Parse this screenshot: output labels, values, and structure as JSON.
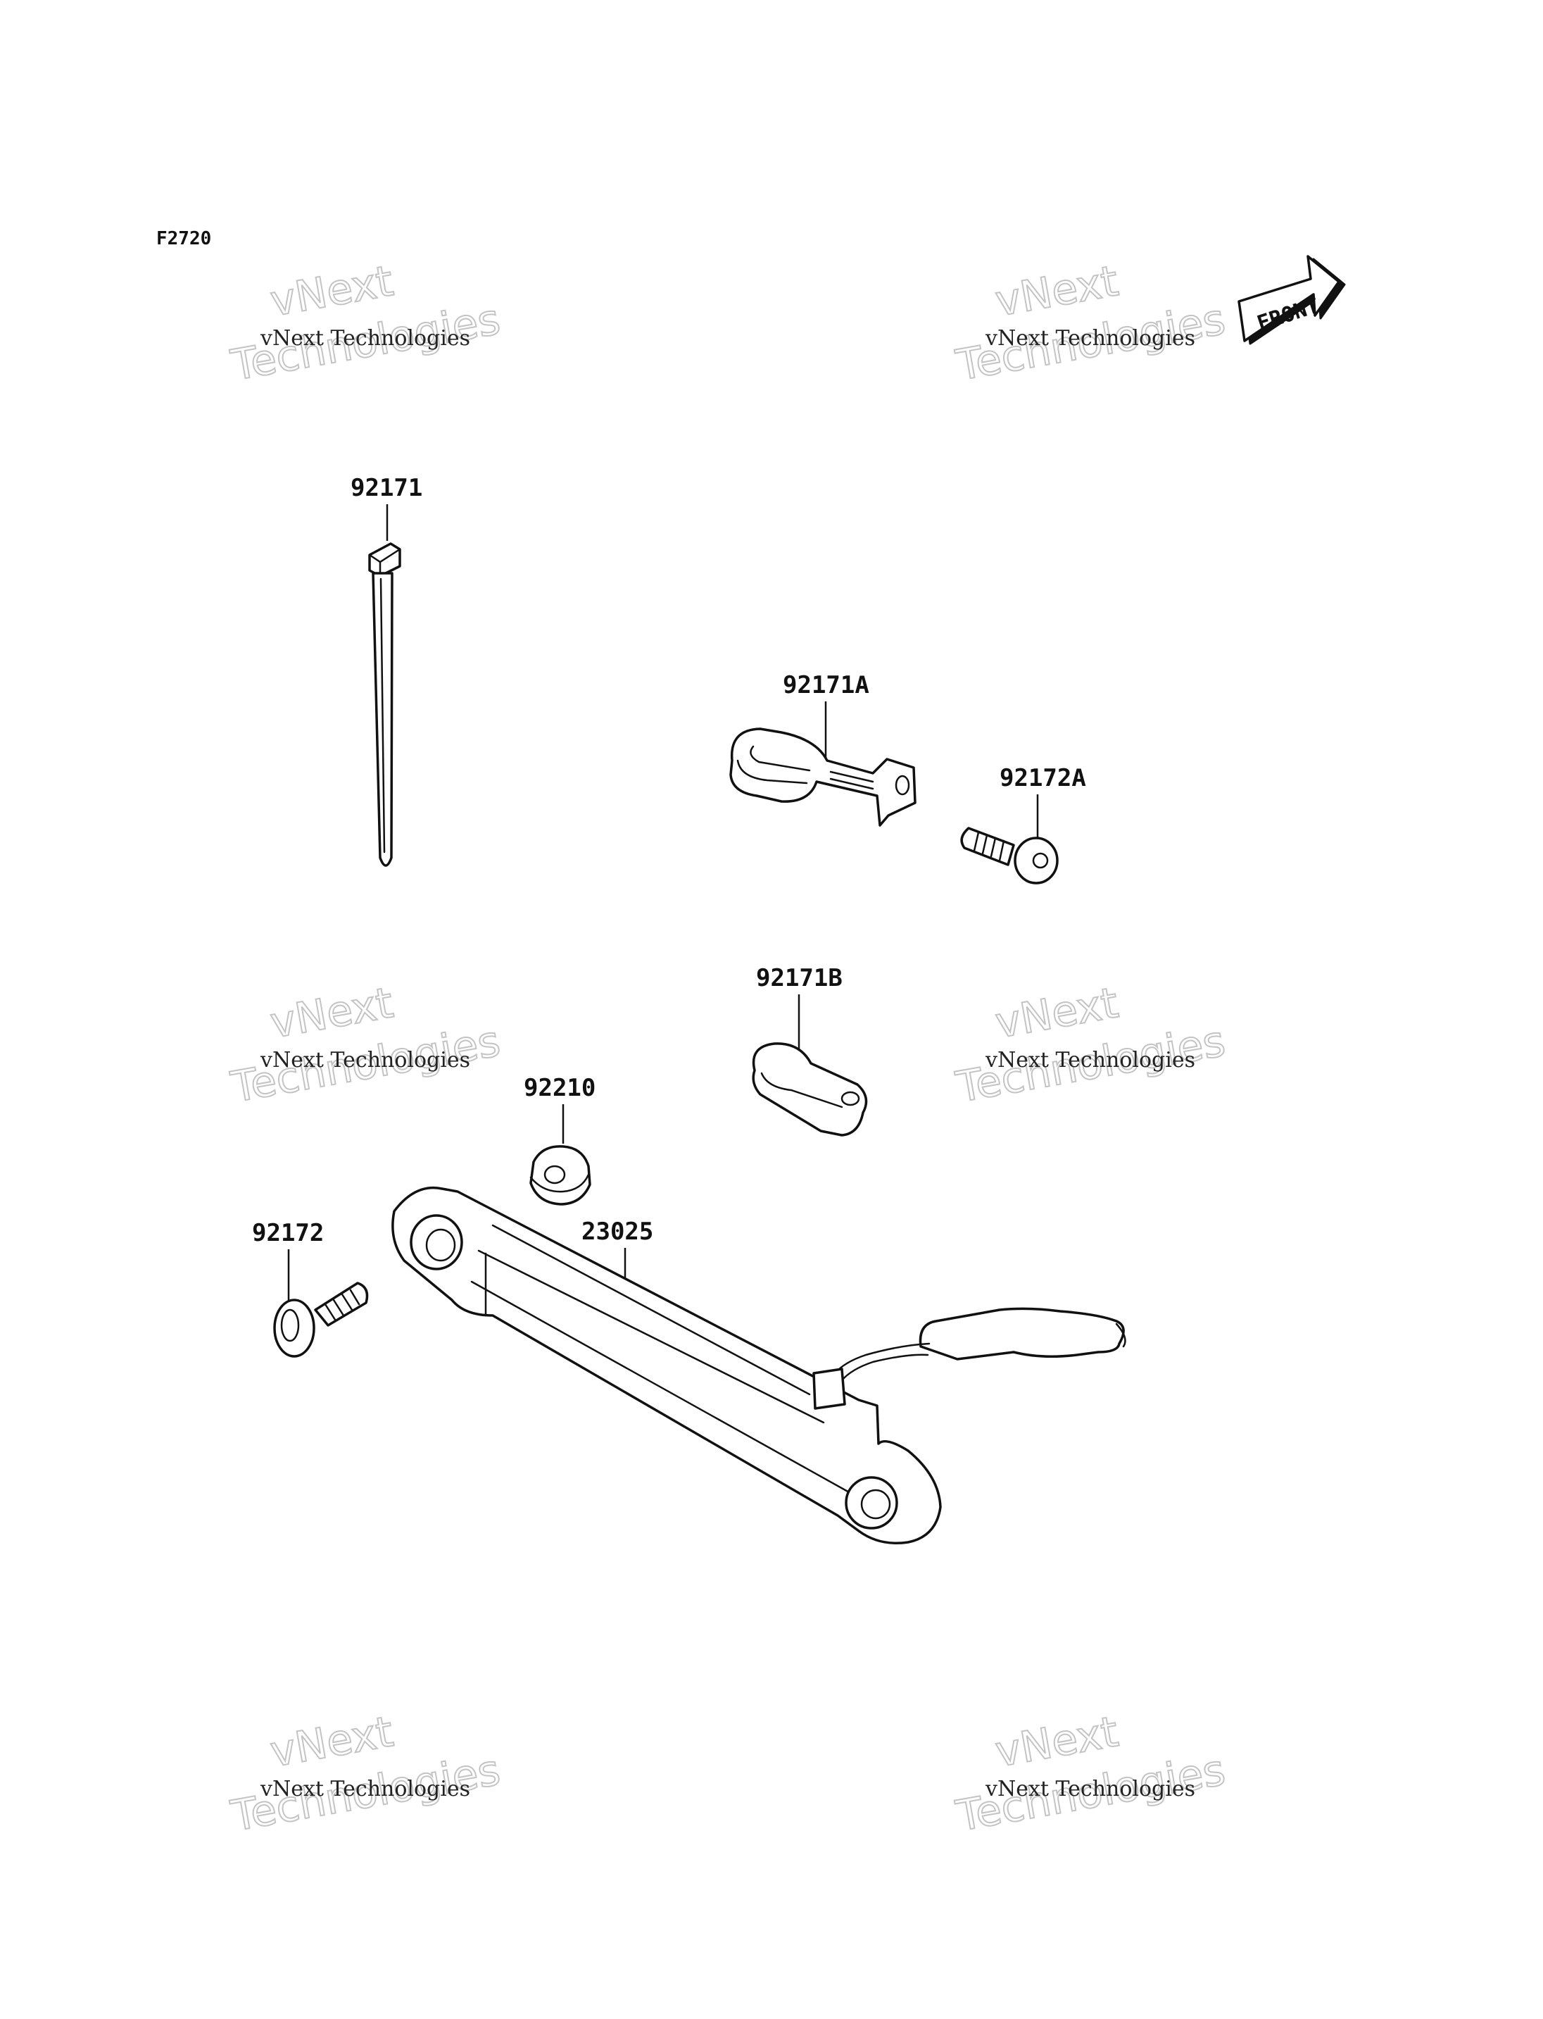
{
  "figure_id": "F2720",
  "front_label": "FRONT",
  "watermark": {
    "line1": "vNext",
    "line2": "Technologies",
    "caption": "vNext Technologies"
  },
  "parts": [
    {
      "number": "92171"
    },
    {
      "number": "92171A"
    },
    {
      "number": "92172A"
    },
    {
      "number": "92171B"
    },
    {
      "number": "92210"
    },
    {
      "number": "23025"
    },
    {
      "number": "92172"
    }
  ]
}
